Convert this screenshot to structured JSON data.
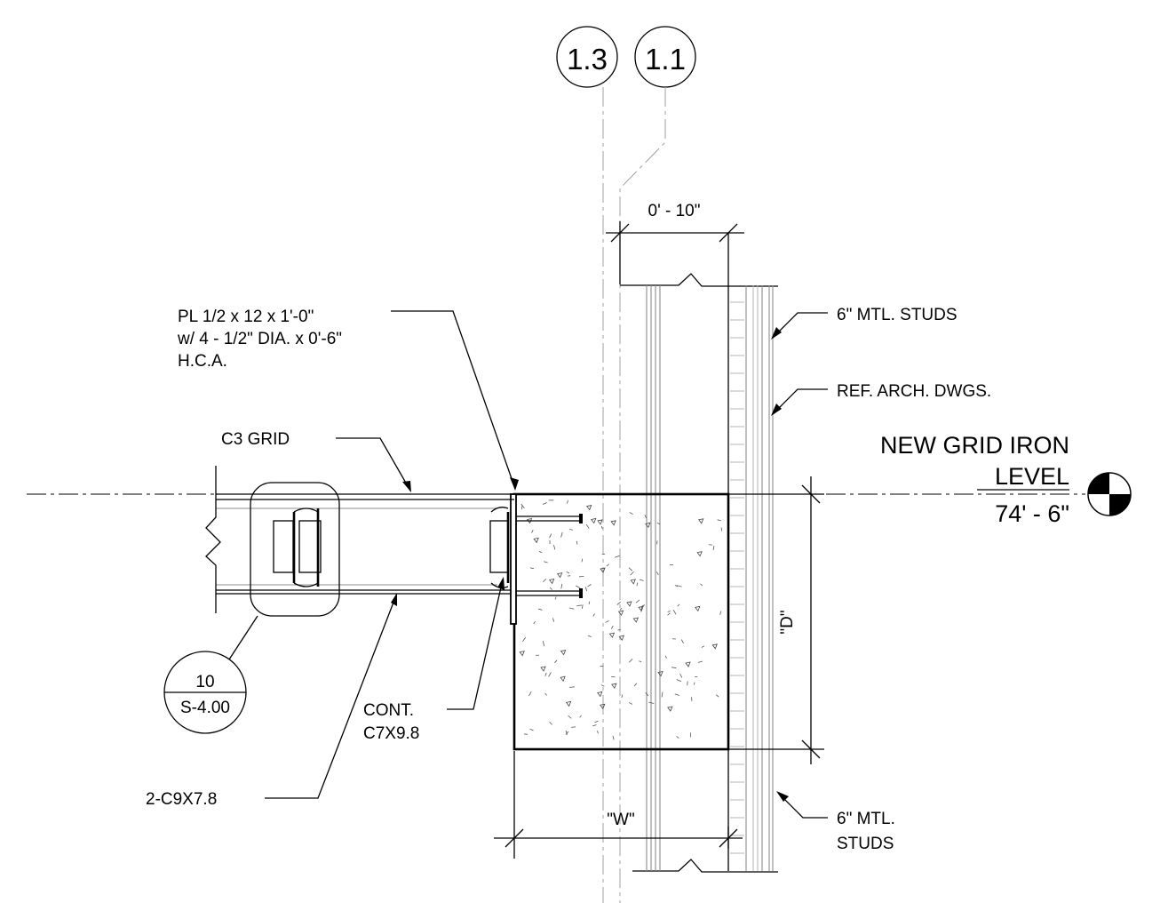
{
  "grid_bubbles": [
    {
      "label": "1.3"
    },
    {
      "label": "1.1"
    }
  ],
  "dimensions": {
    "top_width": "0' - 10\"",
    "bottom_width": "\"W\"",
    "depth": "\"D\""
  },
  "callouts": {
    "plate": [
      "PL  1/2 x 12 x 1'-0\"",
      "w/ 4 - 1/2\" DIA. x 0'-6\"",
      "H.C.A."
    ],
    "c3_grid": "C3 GRID",
    "studs_top": "6\" MTL. STUDS",
    "ref_arch": "REF. ARCH. DWGS.",
    "cont_channel": [
      "CONT.",
      "C7X9.8"
    ],
    "double_channel": "2-C9X7.8",
    "studs_bottom": [
      "6\" MTL.",
      "STUDS"
    ]
  },
  "level_marker": {
    "name_line1": "NEW GRID IRON",
    "name_line2": "LEVEL",
    "elevation": "74' - 6\""
  },
  "detail_ref": {
    "number": "10",
    "sheet": "S-4.00"
  },
  "colors": {
    "line": "#000000",
    "secondary_line": "#8c8c8c",
    "background": "#ffffff"
  }
}
